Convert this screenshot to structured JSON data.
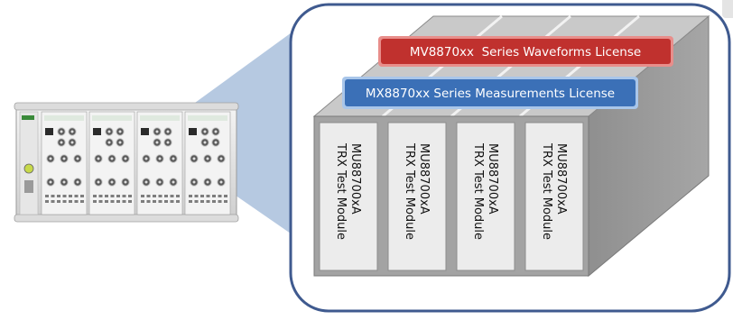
{
  "diagram": {
    "waveforms_license": "MV8870xx  Series Waveforms License",
    "measurements_license": "MX8870xx Series Measurements License",
    "modules": [
      {
        "model": "MU88700xA",
        "name": "TRX Test Module"
      },
      {
        "model": "MU88700xA",
        "name": "TRX Test Module"
      },
      {
        "model": "MU88700xA",
        "name": "TRX Test Module"
      },
      {
        "model": "MU88700xA",
        "name": "TRX Test Module"
      }
    ]
  },
  "colors": {
    "frame_border": "#3f5a8f",
    "zoom_beam": "#a9bfdc",
    "waveforms_fill": "#c0312e",
    "waveforms_border": "#e88e8b",
    "measurements_fill": "#3b70b7",
    "measurements_border": "#a9c6ea",
    "module_face": "#ececec",
    "box_side": "#9a9a9a",
    "box_top": "#c9c9c9"
  }
}
